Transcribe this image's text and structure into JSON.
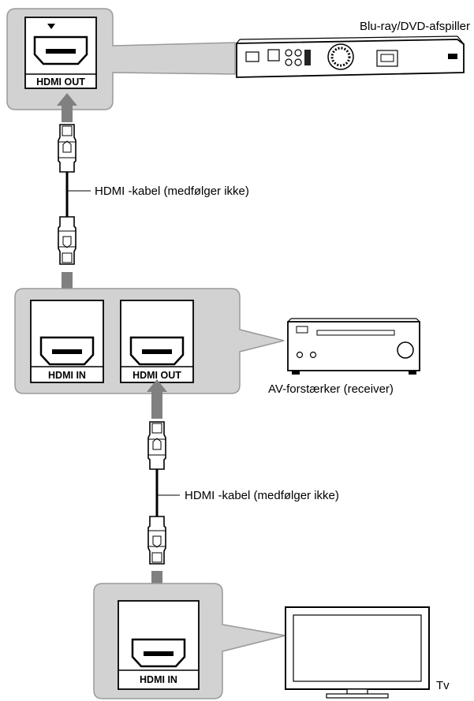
{
  "devices": {
    "player": "Blu-ray/DVD-afspiller",
    "receiver": "AV-forstærker (receiver)",
    "tv": "Tv"
  },
  "ports": {
    "player_out": "HDMI OUT",
    "receiver_in": "HDMI IN",
    "receiver_out": "HDMI OUT",
    "tv_in": "HDMI IN"
  },
  "cables": {
    "cable1": "HDMI -kabel (medfølger ikke)",
    "cable2": "HDMI -kabel (medfølger ikke)"
  }
}
